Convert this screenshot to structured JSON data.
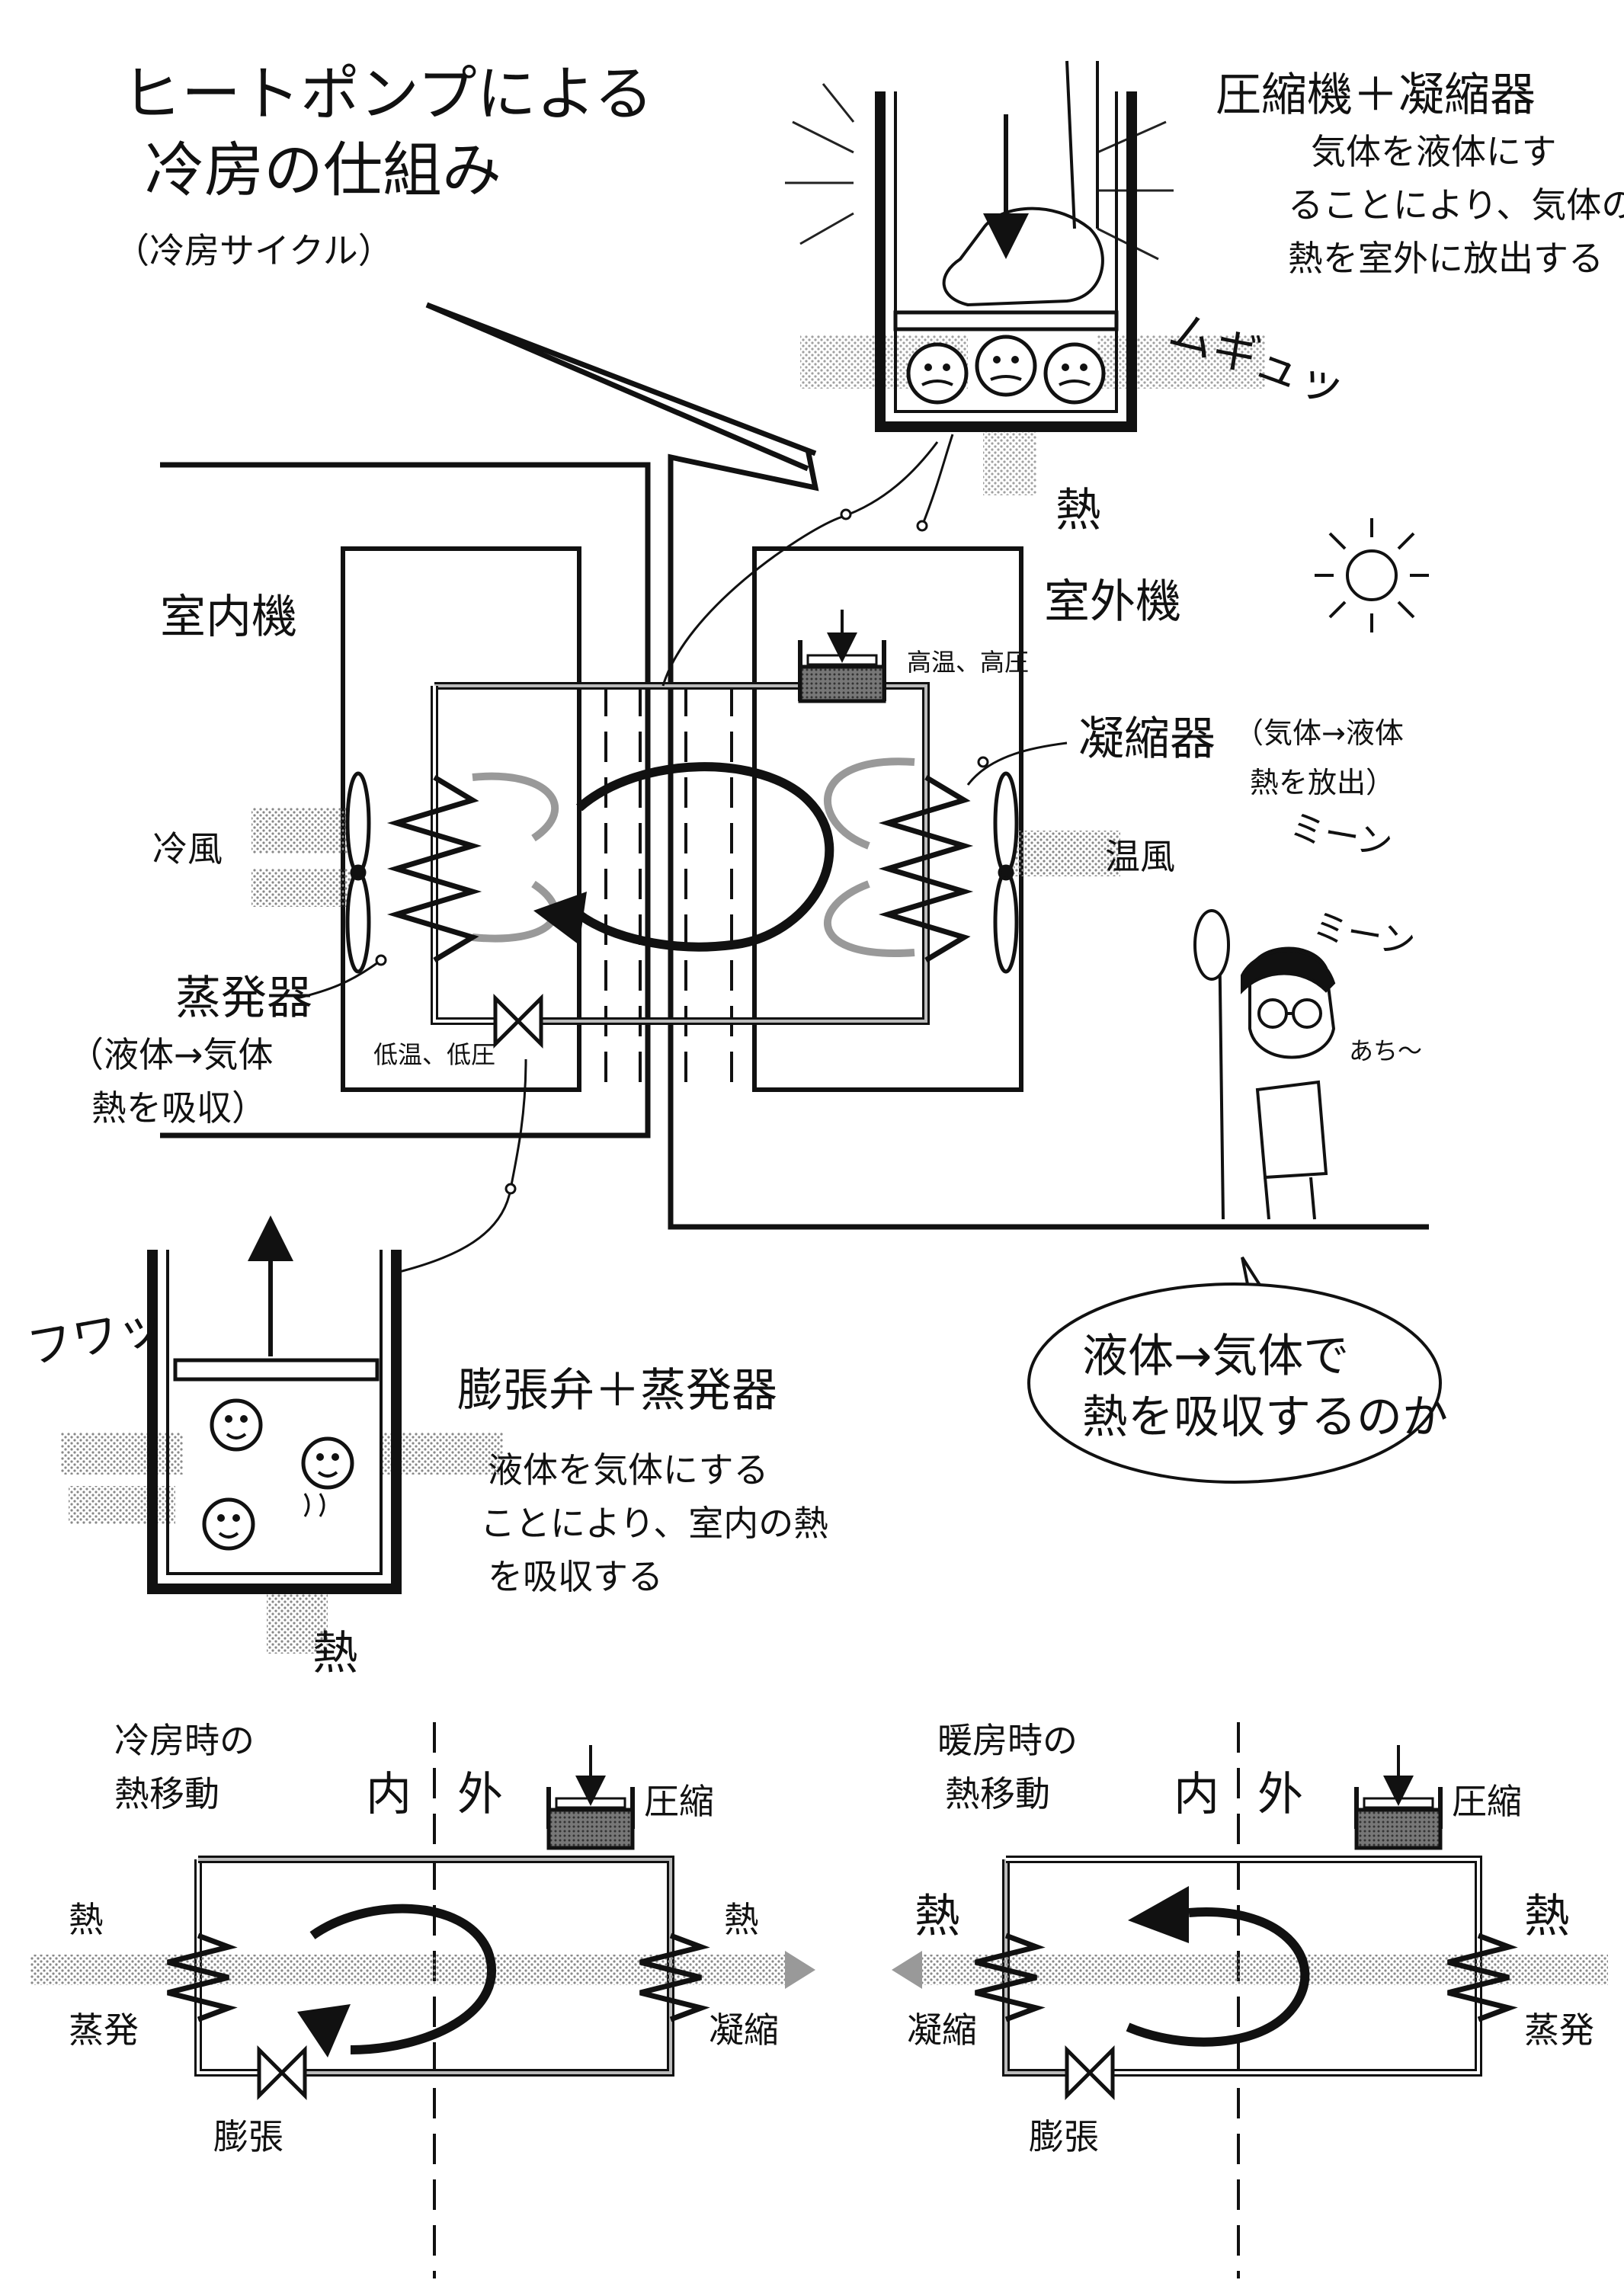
{
  "title": {
    "line1": "ヒートポンプによる",
    "line2": "冷房の仕組み",
    "sub": "（冷房サイクル）"
  },
  "compressor_box": {
    "heading": "圧縮機＋凝縮器",
    "desc1": "気体を液体にす",
    "desc2": "ることにより、気体の",
    "desc3": "熱を室外に放出する",
    "sfx": "ムギュッ",
    "heat": "熱"
  },
  "indoor_unit": {
    "label": "室内機",
    "wind": "冷風",
    "evaporator": "蒸発器",
    "note1": "（液体→気体",
    "note2": "熱を吸収）",
    "low": "低温、低圧"
  },
  "outdoor_unit": {
    "label": "室外機",
    "wind": "温風",
    "condenser": "凝縮器",
    "note1": "（気体→液体",
    "note2": "熱を放出）",
    "high": "高温、高圧"
  },
  "person": {
    "sfx1": "ミーン",
    "sfx2": "ミーン",
    "mutter": "あち～",
    "bubble1": "液体→気体で",
    "bubble2": "熱を吸収するのか"
  },
  "expansion_box": {
    "heading": "膨張弁＋蒸発器",
    "desc1": "液体を気体にする",
    "desc2": "ことにより、室内の熱",
    "desc3": "を吸収する",
    "sfx": "フワッ",
    "heat": "熱"
  },
  "cooling_diagram": {
    "title1": "冷房時の",
    "title2": "熱移動",
    "inside": "内",
    "outside": "外",
    "compress": "圧縮",
    "heat_left": "熱",
    "heat_right": "熱",
    "evap": "蒸発",
    "cond": "凝縮",
    "expand": "膨張"
  },
  "heating_diagram": {
    "title1": "暖房時の",
    "title2": "熱移動",
    "inside": "内",
    "outside": "外",
    "compress": "圧縮",
    "heat_left": "熱",
    "heat_right": "熱",
    "cond": "凝縮",
    "evap": "蒸発",
    "expand": "膨張"
  }
}
